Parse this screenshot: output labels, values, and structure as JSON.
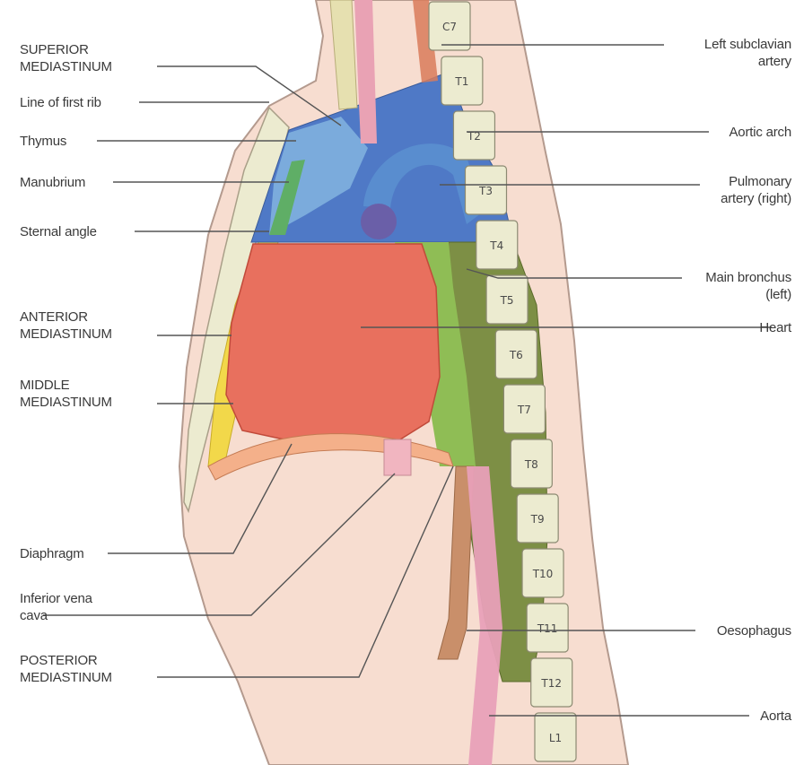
{
  "labels_left": {
    "superior_mediastinum": "SUPERIOR\nMEDIASTINUM",
    "line_first_rib": "Line of first rib",
    "thymus": "Thymus",
    "manubrium": "Manubrium",
    "sternal_angle": "Sternal angle",
    "anterior_mediastinum": "ANTERIOR\nMEDIASTINUM",
    "middle_mediastinum": "MIDDLE\nMEDIASTINUM",
    "diaphragm": "Diaphragm",
    "inferior_vena_cava": "Inferior vena\ncava",
    "posterior_mediastinum": "POSTERIOR\nMEDIASTINUM"
  },
  "labels_right": {
    "left_subclavian_artery": "Left subclavian\nartery",
    "aortic_arch": "Aortic arch",
    "pulmonary_artery_right": "Pulmonary\nartery (right)",
    "main_bronchus_left": "Main bronchus\n(left)",
    "heart": "Heart",
    "oesophagus": "Oesophagus",
    "aorta": "Aorta"
  },
  "vertebrae": [
    "C7",
    "T1",
    "T2",
    "T3",
    "T4",
    "T5",
    "T6",
    "T7",
    "T8",
    "T9",
    "T10",
    "T11",
    "T12",
    "L1"
  ],
  "colors": {
    "superior": "#4f79c6",
    "superior_light": "#7fb0de",
    "anterior": "#f2d84a",
    "middle": "#e8705e",
    "posterior": "#7d8f45",
    "middle_green": "#8fbd55",
    "skin": "#f7ddd0",
    "bone": "#ecebd0",
    "aorta": "#e8a0b8",
    "oesophagus": "#c98f6a"
  }
}
